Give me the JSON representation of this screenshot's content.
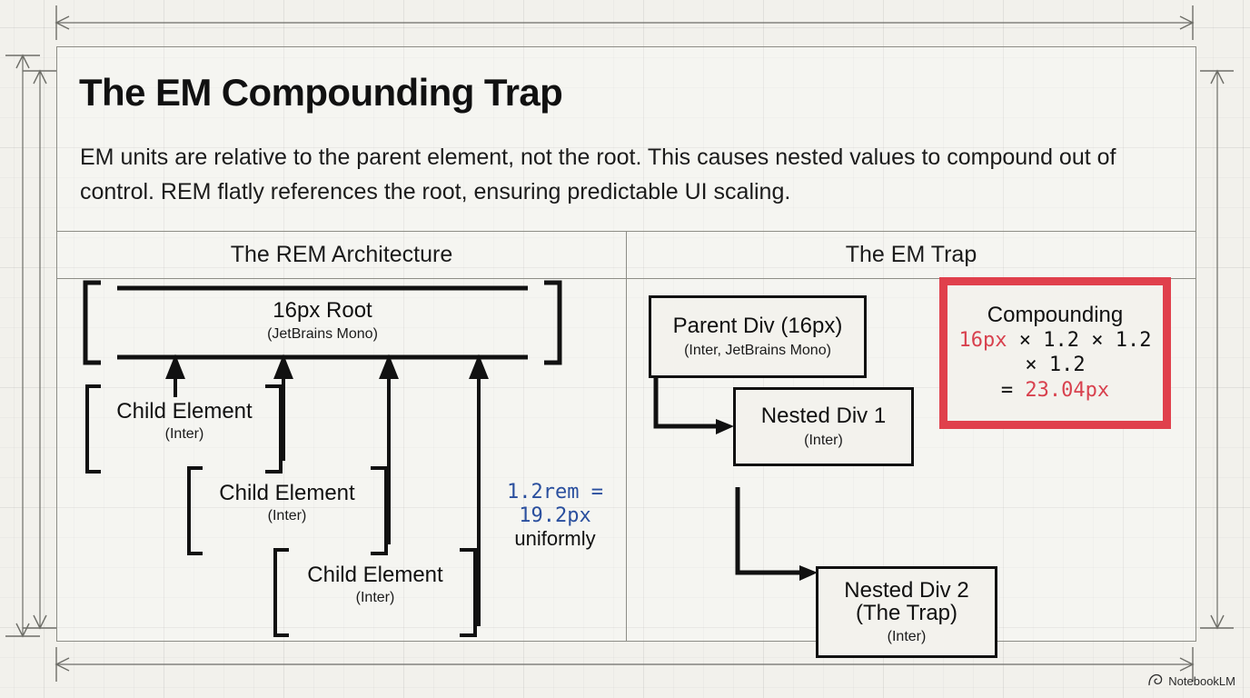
{
  "page": {
    "title": "The EM Compounding Trap",
    "subtitle": "EM units are relative to the parent element, not the root. This causes nested values to compound out of control. REM flatly references the root, ensuring predictable UI scaling.",
    "background_color": "#f2f1ec",
    "accent_red": "#e0404c",
    "accent_blue": "#2a4f9e",
    "ink": "#111111"
  },
  "columns": {
    "left_header": "The REM Architecture",
    "right_header": "The EM Trap"
  },
  "rem_panel": {
    "root": {
      "label": "16px Root",
      "sub": "(JetBrains Mono)"
    },
    "children": [
      {
        "label": "Child Element",
        "sub": "(Inter)"
      },
      {
        "label": "Child Element",
        "sub": "(Inter)"
      },
      {
        "label": "Child Element",
        "sub": "(Inter)"
      }
    ],
    "note": {
      "line1": "1.2rem =",
      "line2": "19.2px",
      "line3": "uniformly"
    }
  },
  "em_panel": {
    "nodes": [
      {
        "label": "Parent Div (16px)",
        "sub": "(Inter, JetBrains Mono)"
      },
      {
        "label": "Nested Div 1",
        "sub": "(Inter)"
      },
      {
        "label": "Nested Div 2",
        "label2": "(The Trap)",
        "sub": "(Inter)"
      }
    ],
    "callout": {
      "heading": "Compounding",
      "line1_red": "16px",
      "line1_rest": " × 1.2 × 1.2",
      "line2": "× 1.2",
      "line3_eq": "= ",
      "line3_red": "23.04px"
    }
  },
  "watermark": {
    "label": "NotebookLM",
    "icon": "notebooklm-logo-icon"
  }
}
